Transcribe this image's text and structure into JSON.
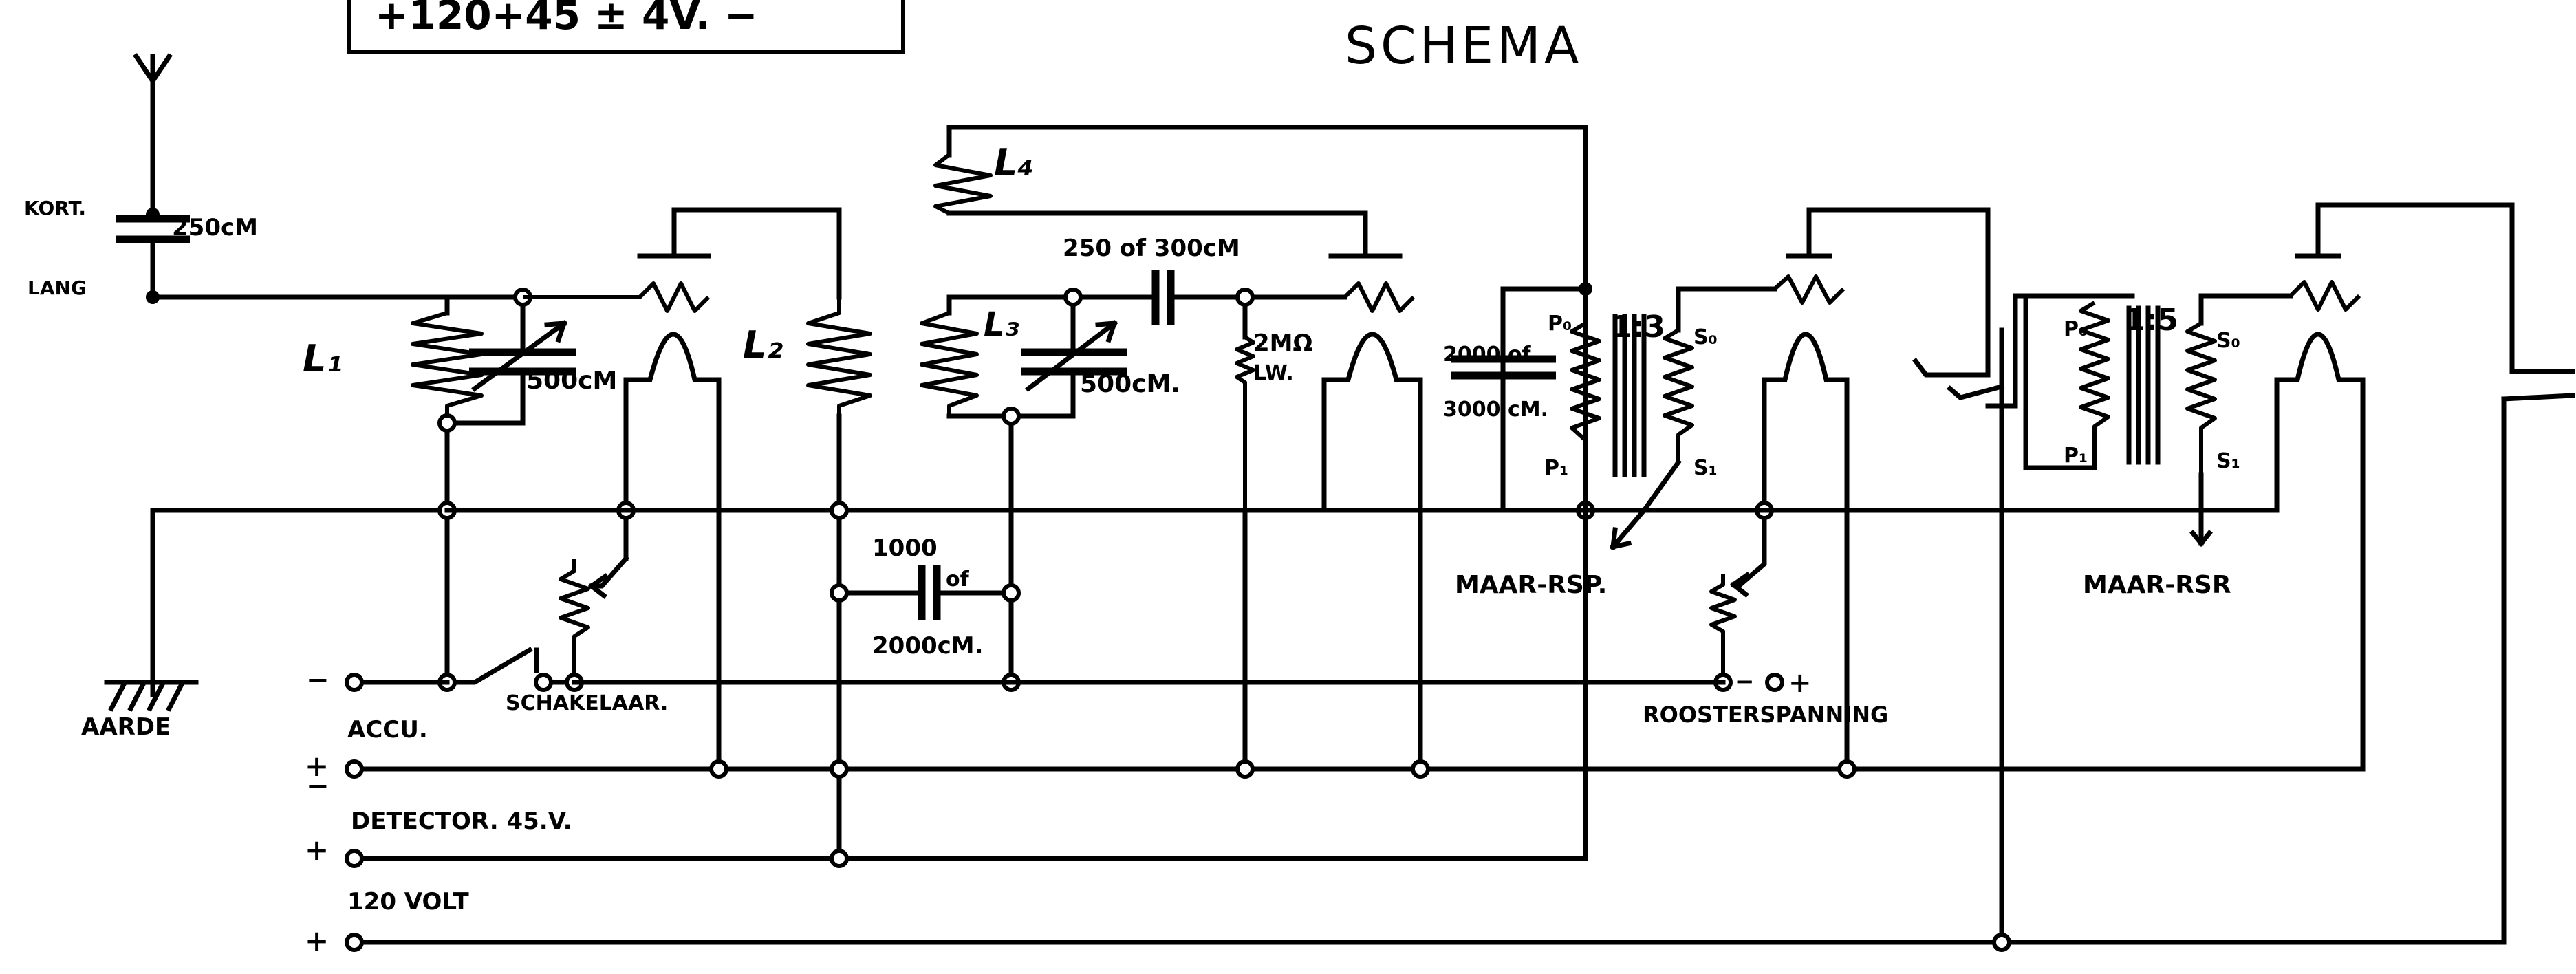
{
  "title": "SCHEMA",
  "battery_box": "+120+45 ± 4V. −",
  "labels": {
    "kort": "KORT.",
    "lang": "LANG",
    "c_aerial": "250cM",
    "l1": "L₁",
    "l2": "L₂",
    "l3": "L₃",
    "l4": "L₄",
    "c1": "500cM",
    "c2": "500cM.",
    "grid_c": "250 of 300cM",
    "grid_r1": "2MΩ",
    "grid_r2": "LW.",
    "bypass_c1": "1000",
    "bypass_c2": "of",
    "bypass_c3": "2000cM.",
    "t1_c1": "2000 of",
    "t1_c2": "3000 cM.",
    "t1_ratio": "1:3",
    "t2_ratio": "1:5",
    "p0": "P₀",
    "p1": "P₁",
    "s0": "S₀",
    "s1": "S₁",
    "t1_name": "MAAR-RSP.",
    "t2_name": "MAAR-RSR",
    "earth": "AARDE",
    "switch": "SCHAKELAAR.",
    "accu": "ACCU.",
    "detector": "DETECTOR. 45.V.",
    "volt120": "120 VOLT",
    "grid_bias": "ROOSTERSPANNING",
    "minus": "−",
    "plus": "+"
  }
}
